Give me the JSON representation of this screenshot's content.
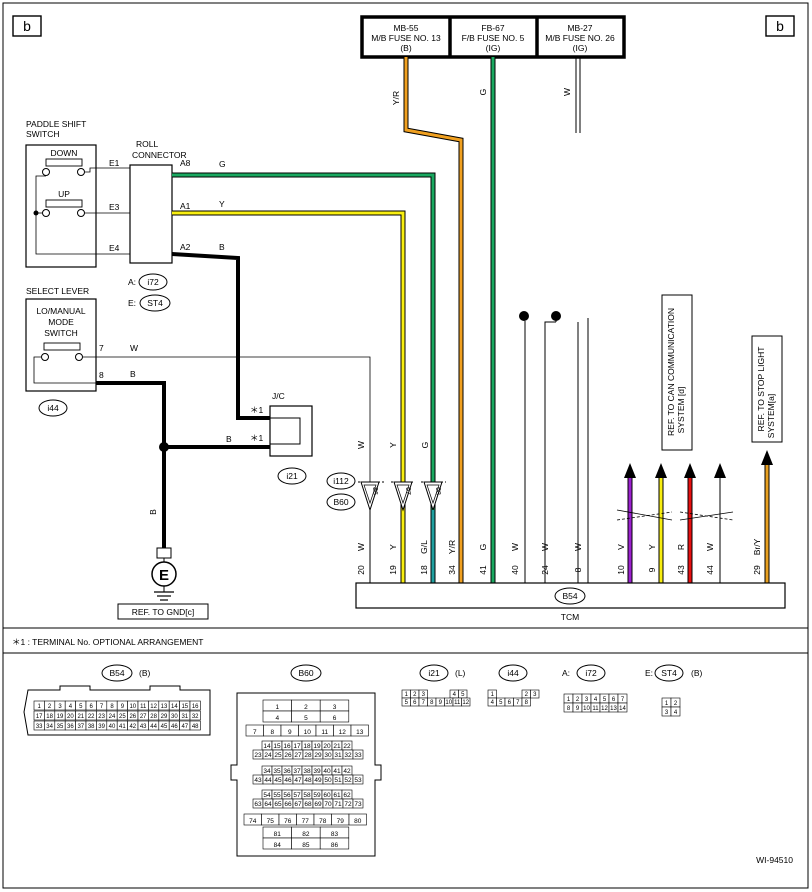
{
  "page_marker": "b",
  "fuses": [
    {
      "line1": "MB-55",
      "line2": "M/B FUSE NO. 13",
      "line3": "(B)"
    },
    {
      "line1": "FB-67",
      "line2": "F/B FUSE NO. 5",
      "line3": "(IG)"
    },
    {
      "line1": "MB-27",
      "line2": "M/B FUSE NO. 26",
      "line3": "(IG)"
    }
  ],
  "wire_colors": {
    "y_r": "Y/R",
    "g": "G",
    "w": "W",
    "y": "Y",
    "b": "B",
    "g_l": "G/L",
    "v": "V",
    "r": "R",
    "br_y": "Br/Y"
  },
  "paddle": {
    "title_line1": "PADDLE SHIFT",
    "title_line2": "SWITCH",
    "down": "DOWN",
    "up": "UP",
    "e1": "E1",
    "e3": "E3",
    "e4": "E4"
  },
  "roll": {
    "title_line1": "ROLL",
    "title_line2": "CONNECTOR",
    "a8": "A8",
    "a1": "A1",
    "a2": "A2",
    "a_prefix": "A:",
    "e_prefix": "E:",
    "a_conn": "i72",
    "e_conn": "ST4"
  },
  "select": {
    "title": "SELECT LEVER",
    "sw_line1": "LO/MANUAL",
    "sw_line2": "MODE",
    "sw_line3": "SWITCH",
    "pin7": "7",
    "pin8": "8",
    "conn": "i44"
  },
  "jc": {
    "title": "J/C",
    "star1": "＊1",
    "star2": "＊1",
    "conn": "i21"
  },
  "inline_connectors": {
    "c1": "i112",
    "c2": "B60",
    "p86": "86",
    "p67": "67",
    "p68": "68"
  },
  "ground": {
    "label": "E",
    "ref": "REF. TO GND[c]"
  },
  "tcm": {
    "name": "TCM",
    "connector": "B54",
    "pins": [
      {
        "color": "W",
        "num": "20"
      },
      {
        "color": "Y",
        "num": "19"
      },
      {
        "color": "G/L",
        "num": "18"
      },
      {
        "color": "Y/R",
        "num": "34"
      },
      {
        "color": "G",
        "num": "41"
      },
      {
        "color": "W",
        "num": "40"
      },
      {
        "color": "W",
        "num": "24"
      },
      {
        "color": "W",
        "num": "8"
      },
      {
        "color": "V",
        "num": "10"
      },
      {
        "color": "Y",
        "num": "9"
      },
      {
        "color": "R",
        "num": "43"
      },
      {
        "color": "W",
        "num": "44"
      },
      {
        "color": "Br/Y",
        "num": "29"
      }
    ]
  },
  "refs": {
    "can_line1": "REF. TO CAN COMMUNICATION",
    "can_line2": "SYSTEM [d]",
    "stop_line1": "REF. TO STOP LIGHT",
    "stop_line2": "SYSTEM[a]"
  },
  "footnote": "＊1  : TERMINAL No. OPTIONAL ARRANGEMENT",
  "connector_views": {
    "b54": "B54",
    "b54_suffix": "(B)",
    "b60": "B60",
    "i21": "i21",
    "i21_suffix": "(L)",
    "i44": "i44",
    "i72_prefix": "A:",
    "i72": "i72",
    "st4_prefix": "E:",
    "st4": "ST4",
    "st4_suffix": "(B)",
    "b54_row1": [
      "1",
      "2",
      "3",
      "4",
      "5",
      "6",
      "7",
      "8",
      "9",
      "10",
      "11",
      "12",
      "13",
      "14",
      "15",
      "16"
    ],
    "b54_row2": [
      "17",
      "18",
      "19",
      "20",
      "21",
      "22",
      "23",
      "24",
      "25",
      "26",
      "27",
      "28",
      "29",
      "30",
      "31",
      "32"
    ],
    "b54_row3": [
      "33",
      "34",
      "35",
      "36",
      "37",
      "38",
      "39",
      "40",
      "41",
      "42",
      "43",
      "44",
      "45",
      "46",
      "47",
      "48"
    ],
    "b60_rows": [
      [
        "1",
        "2",
        "3"
      ],
      [
        "4",
        "5",
        "6"
      ],
      [
        "7",
        "8",
        "9",
        "10",
        "11",
        "12",
        "13"
      ],
      [
        "14",
        "15",
        "16",
        "17",
        "18",
        "19",
        "20",
        "21",
        "22"
      ],
      [
        "23",
        "24",
        "25",
        "26",
        "27",
        "28",
        "29",
        "30",
        "31",
        "32",
        "33"
      ],
      [
        "34",
        "35",
        "36",
        "37",
        "38",
        "39",
        "40",
        "41",
        "42"
      ],
      [
        "43",
        "44",
        "45",
        "46",
        "47",
        "48",
        "49",
        "50",
        "51",
        "52",
        "53"
      ],
      [
        "54",
        "55",
        "56",
        "57",
        "58",
        "59",
        "60",
        "61",
        "62"
      ],
      [
        "63",
        "64",
        "65",
        "66",
        "67",
        "68",
        "69",
        "70",
        "71",
        "72",
        "73"
      ],
      [
        "74",
        "75",
        "76",
        "77",
        "78",
        "79",
        "80"
      ],
      [
        "81",
        "82",
        "83"
      ],
      [
        "84",
        "85",
        "86"
      ]
    ],
    "i21_row1": [
      "1",
      "2",
      "3",
      "4",
      "5"
    ],
    "i21_row2": [
      "5",
      "6",
      "7",
      "8",
      "9",
      "10",
      "11",
      "12"
    ],
    "i44_row1": [
      "1",
      "2",
      "3"
    ],
    "i44_row2": [
      "4",
      "5",
      "6",
      "7",
      "8"
    ],
    "i72_row1": [
      "1",
      "2",
      "3",
      "4",
      "5",
      "6",
      "7"
    ],
    "i72_row2": [
      "8",
      "9",
      "10",
      "11",
      "12",
      "13",
      "14"
    ],
    "st4_cells": [
      "1",
      "2",
      "3",
      "4"
    ]
  },
  "figure_id": "WI-94510"
}
